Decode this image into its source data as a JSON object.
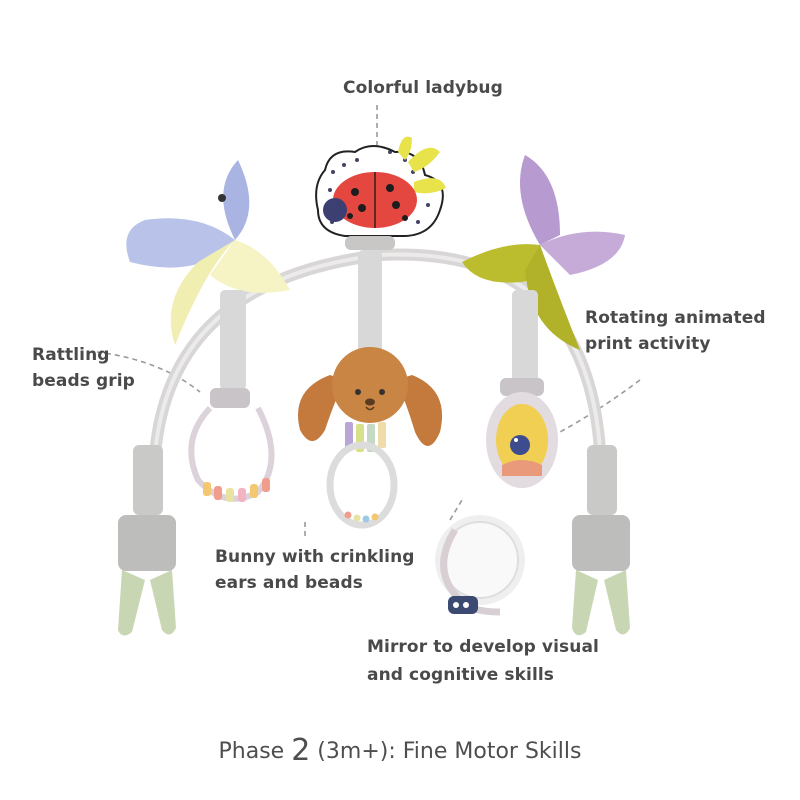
{
  "labels": {
    "ladybug": "Colorful ladybug",
    "rattle_line1": "Rattling",
    "rattle_line2": "beads grip",
    "rotating_line1": "Rotating animated",
    "rotating_line2": "print activity",
    "bunny_line1": "Bunny with crinkling",
    "bunny_line2": "ears and beads",
    "mirror_line1": "Mirror to develop visual",
    "mirror_line2": "and cognitive skills"
  },
  "caption": {
    "prefix": "Phase ",
    "number": "2",
    "suffix": " (3m+): Fine Motor Skills"
  },
  "colors": {
    "text": "#4a4a4a",
    "arch": "#d9d6d6",
    "leaf_blue": "#b9c3ea",
    "leaf_yellow": "#f6f3c4",
    "leaf_purple": "#b79ad0",
    "leaf_olive": "#bcbd2e",
    "ladybug_red": "#e4473f",
    "bunny_brown": "#c47a3c",
    "clip_grey": "#bdbebb",
    "clip_green": "#c9d6b4"
  }
}
